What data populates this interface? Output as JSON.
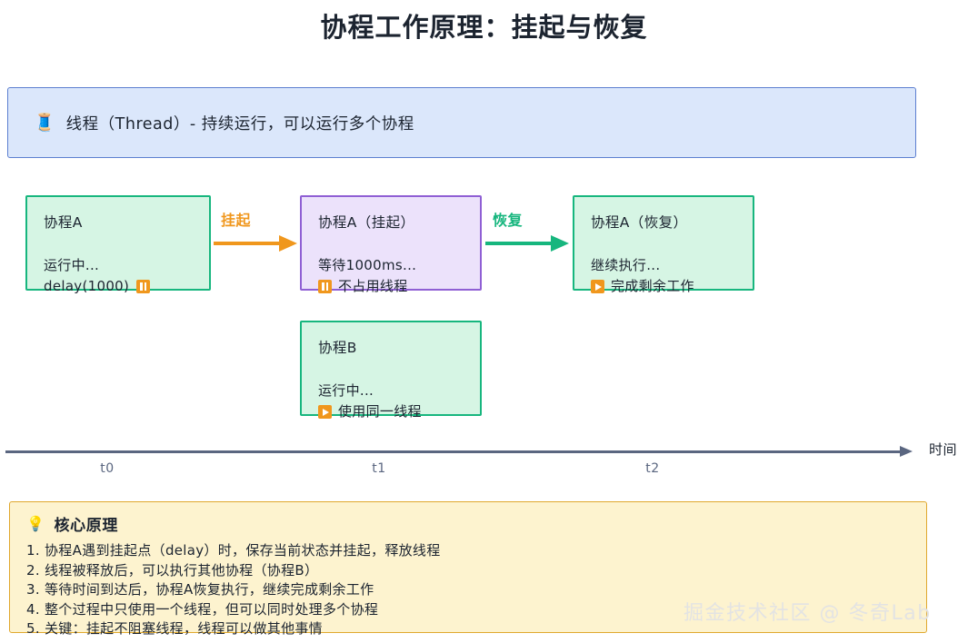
{
  "title": "协程工作原理：挂起与恢复",
  "thread_banner": {
    "icon": "🧵",
    "icon_name": "thread-spool-icon",
    "text": "线程（Thread）- 持续运行，可以运行多个协程",
    "bg_color": "#dbe7fb",
    "border_color": "#5c7fd0"
  },
  "boxes": {
    "a_running": {
      "title": "协程A",
      "line1": "运行中...",
      "line2": "delay(1000)",
      "icon": "pause",
      "bg_color": "#d6f5e4",
      "border_color": "#17b67e"
    },
    "a_suspended": {
      "title": "协程A（挂起）",
      "line1": "等待1000ms...",
      "line2": "不占用线程",
      "icon": "pause",
      "bg_color": "#ece2fb",
      "border_color": "#8f5fd4"
    },
    "a_resumed": {
      "title": "协程A（恢复）",
      "line1": "继续执行...",
      "line2": "完成剩余工作",
      "icon": "play",
      "bg_color": "#d6f5e4",
      "border_color": "#17b67e"
    },
    "b_running": {
      "title": "协程B",
      "line1": "运行中...",
      "line2": "使用同一线程",
      "icon": "play",
      "bg_color": "#d6f5e4",
      "border_color": "#17b67e"
    }
  },
  "arrows": {
    "suspend": {
      "label": "挂起",
      "color": "#f0971d"
    },
    "resume": {
      "label": "恢复",
      "color": "#17b67e"
    }
  },
  "timeline": {
    "axis_label": "时间",
    "ticks": [
      "t0",
      "t1",
      "t2"
    ],
    "color": "#5a6680"
  },
  "principles": {
    "icon": "💡",
    "heading": "核心原理",
    "items": [
      "1. 协程A遇到挂起点（delay）时，保存当前状态并挂起，释放线程",
      "2. 线程被释放后，可以执行其他协程（协程B）",
      "3. 等待时间到达后，协程A恢复执行，继续完成剩余工作",
      "4. 整个过程中只使用一个线程，但可以同时处理多个协程",
      "5. 关键：挂起不阻塞线程，线程可以做其他事情"
    ],
    "bg_color": "#fdf3cf",
    "border_color": "#e0a82e"
  },
  "watermark": "掘金技术社区 @ 冬奇Lab"
}
